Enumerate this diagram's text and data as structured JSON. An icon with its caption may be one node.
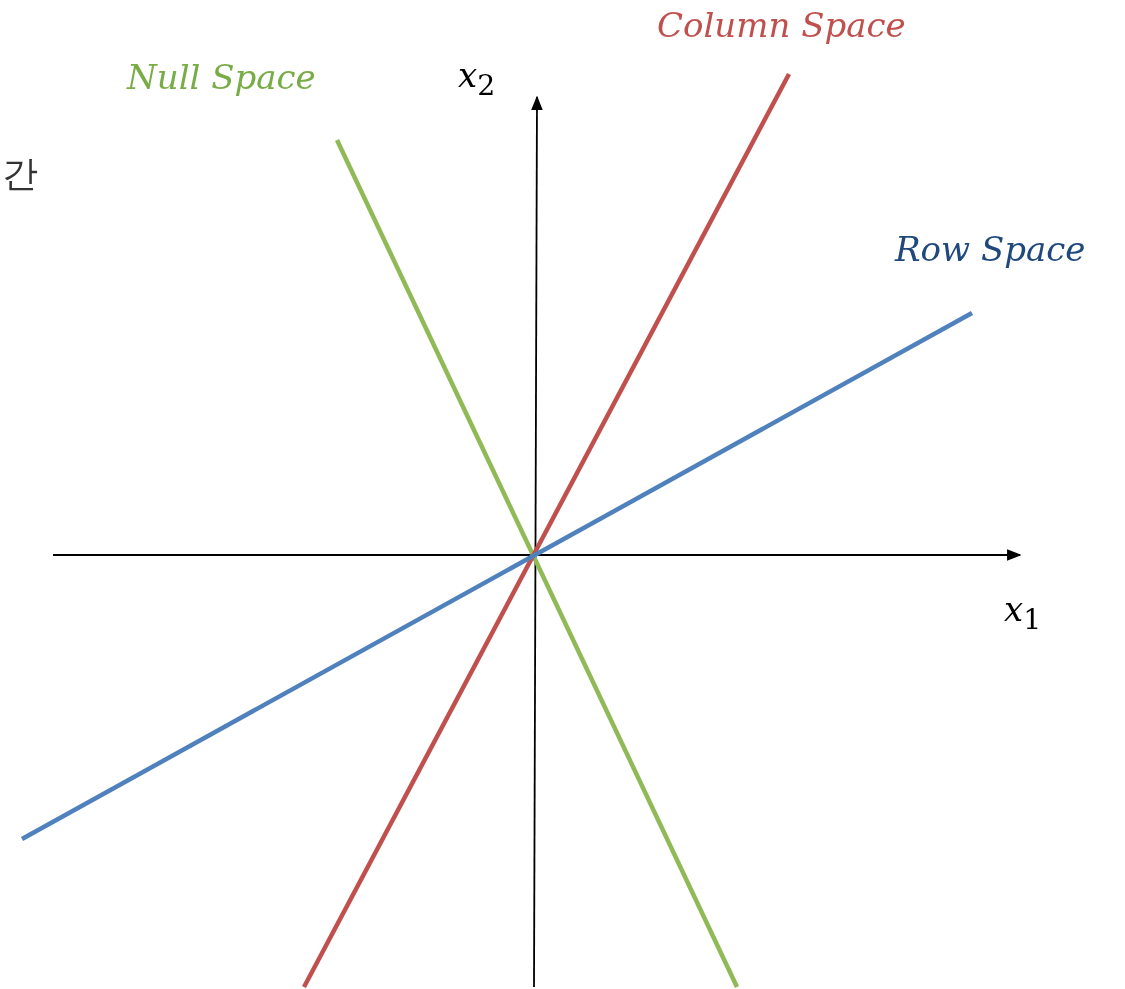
{
  "diagram": {
    "labels": [
      "간",
      "Null Space",
      "*x*$_{2}$",
      "Column Space",
      "Row Space",
      "*x*$_{1}$"
    ]
  }
}
